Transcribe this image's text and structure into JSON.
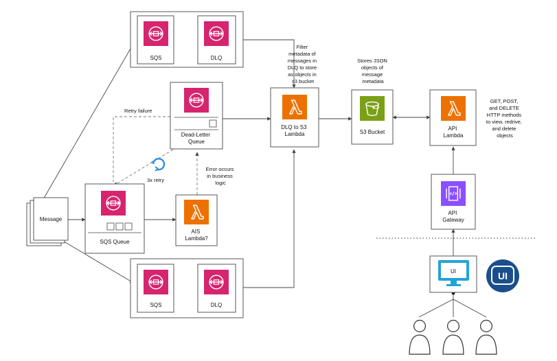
{
  "colors": {
    "sqs": "#d6246e",
    "lambda": "#ed7100",
    "s3": "#7aa116",
    "api_gateway": "#8c4fff",
    "monitor": "#23a4d8",
    "ui_badge": "#1b4e8c"
  },
  "labels": {
    "message": "Message",
    "sqs_top": "SQS",
    "dlq_top": "DLQ",
    "sqs_bottom": "SQS",
    "dlq_bottom": "DLQ",
    "dead_letter_queue": [
      "Dead-Letter",
      "Queue"
    ],
    "sqs_queue": "SQS Queue",
    "ais_lambda": [
      "AIS",
      "Lambda?"
    ],
    "dlq_to_s3_lambda": [
      "DLQ to S3",
      "Lambda"
    ],
    "s3_bucket": "S3 Bucket",
    "api_lambda": [
      "API",
      "Lambda"
    ],
    "api_gateway": [
      "API",
      "Gateway"
    ],
    "ui": "UI",
    "ui_badge": "UI"
  },
  "annotations": {
    "filter": [
      "Filter",
      "metadata of",
      "messages in",
      "DLQ to store",
      "as objects in",
      "s3 bucket"
    ],
    "stores": [
      "Stores JSON",
      "objects of",
      "message",
      "metadata"
    ],
    "methods": [
      "GET, POST,",
      "and DELETE",
      "HTTP methods",
      "to view, redrive,",
      "and delete",
      "objects"
    ],
    "retry_failure": "Retry failure",
    "three_x_retry": "3x retry",
    "error": [
      "Error occurs",
      "in business",
      "logic"
    ]
  }
}
